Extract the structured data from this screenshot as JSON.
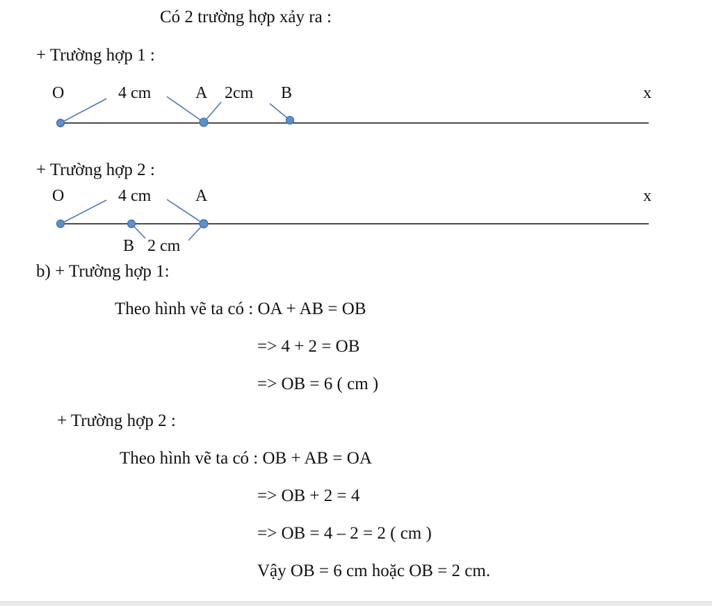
{
  "heading": "Có 2 trường hợp xảy ra :",
  "case1": {
    "title": "+ Trường hợp 1 :",
    "label_o": "O",
    "label_oa": "4 cm",
    "label_a": "A",
    "label_ab": "2cm",
    "label_b": "B",
    "label_x": "x"
  },
  "case2": {
    "title": "+ Trường hợp 2 :",
    "label_o": "O",
    "label_oa": "4 cm",
    "label_a": "A",
    "label_x": "x",
    "label_b": "B",
    "label_ab": "2 cm"
  },
  "solution": {
    "b_case1_title": "b) + Trường hợp 1:",
    "case1_line1": "Theo hình vẽ ta có : OA + AB = OB",
    "case1_line2": "=> 4 + 2 = OB",
    "case1_line3": "=> OB = 6 ( cm )",
    "case2_title": "+ Trường hợp 2 :",
    "case2_line1": "Theo hình vẽ ta có : OB + AB = OA",
    "case2_line2": "=> OB + 2 = 4",
    "case2_line3": "=> OB = 4 – 2 = 2 ( cm )",
    "conclusion": "Vậy OB = 6 cm hoặc OB = 2 cm."
  },
  "colors": {
    "point": "#5b8fd0",
    "point_stroke": "#3f6ea8",
    "leader": "#4a7ab5",
    "line": "#111111"
  }
}
